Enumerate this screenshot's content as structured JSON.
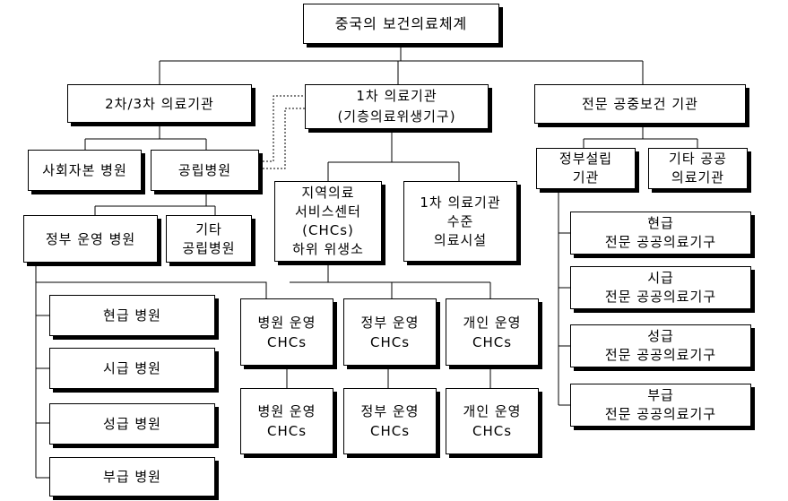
{
  "nodes": {
    "root": "중국의 보건의료체계",
    "secondary_tertiary": "2차/3차 의료기관",
    "primary": "1차 의료기관\n(기층의료위생기구)",
    "public_health": "전문 공중보건 기관",
    "social_capital_hospital": "사회자본 병원",
    "public_hospital": "공립병원",
    "community_centers": "지역의료\n서비스센터\n(CHCs)\n하위 위생소",
    "primary_level_facility": "1차 의료기관\n수준\n의료시설",
    "gov_established": "정부설립\n기관",
    "other_public": "기타 공공\n의료기관",
    "gov_operated_hospital": "정부 운영 병원",
    "other_public_hospital": "기타\n공립병원",
    "county_hospital": "현급 병원",
    "city_hospital": "시급 병원",
    "province_hospital": "성급 병원",
    "ministry_hospital": "부급 병원",
    "hospital_run_chcs_1": "병원 운영\nCHCs",
    "gov_run_chcs_1": "정부 운영\nCHCs",
    "private_run_chcs_1": "개인 운영\nCHCs",
    "hospital_run_chcs_2": "병원 운영\nCHCs",
    "gov_run_chcs_2": "정부 운영\nCHCs",
    "private_run_chcs_2": "개인 운영\nCHCs",
    "county_public_agency": "현급\n전문 공공의료기구",
    "city_public_agency": "시급\n전문 공공의료기구",
    "province_public_agency": "성급\n전문 공공의료기구",
    "ministry_public_agency": "부급\n전문 공공의료기구"
  }
}
